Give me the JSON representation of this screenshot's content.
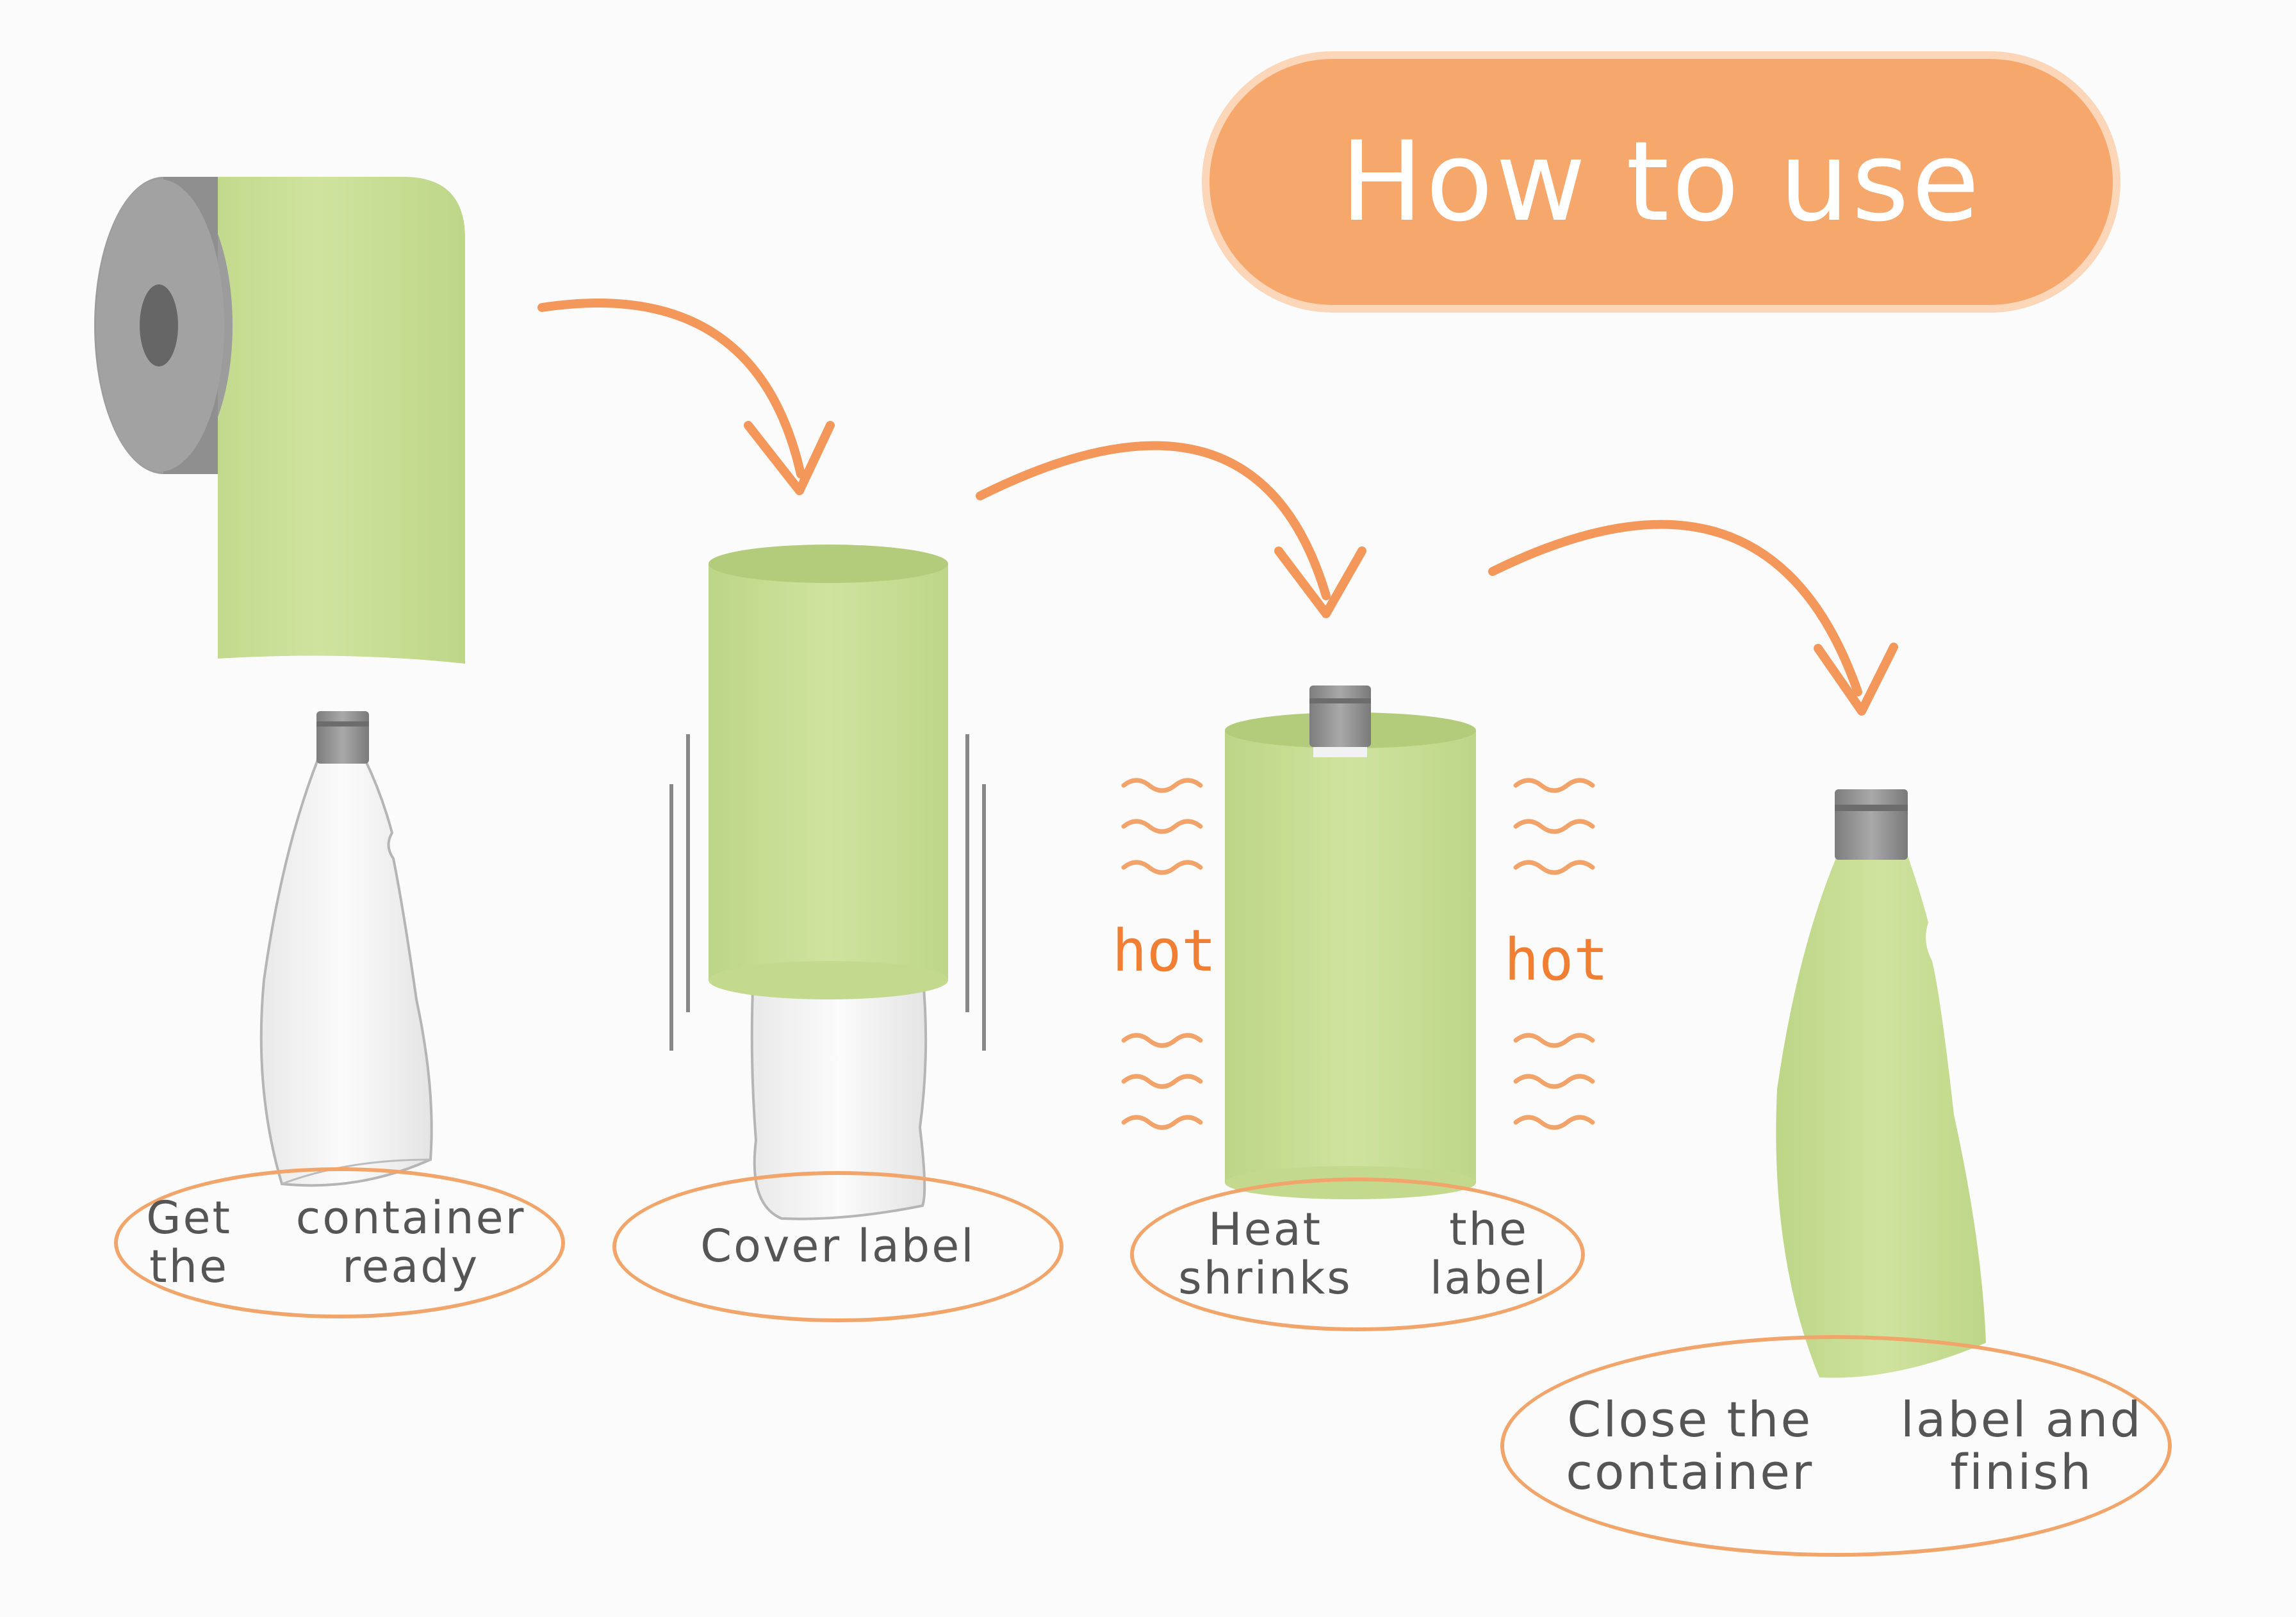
{
  "title": "How to use",
  "steps": [
    {
      "label_line1": "Get the",
      "label_line2": "container ready"
    },
    {
      "label_line1": "Cover label",
      "label_line2": ""
    },
    {
      "label_line1": "Heat shrinks",
      "label_line2": "the label"
    },
    {
      "label_line1": "Close the container",
      "label_line2": "label and finish"
    }
  ],
  "heat_indicator": "hot",
  "colors": {
    "accent_orange": "#f6a76c",
    "arrow_orange": "#f3975a",
    "label_green": "#c9df95",
    "roll_gray": "#9a9a9a",
    "hot_text": "#f07e33",
    "label_text": "#555555"
  },
  "icons": [
    "label-roll-icon",
    "empty-bottle-icon",
    "label-sleeve-icon",
    "shrinking-sleeve-icon",
    "labeled-bottle-icon",
    "curved-arrow-icon",
    "heat-wave-icon"
  ]
}
